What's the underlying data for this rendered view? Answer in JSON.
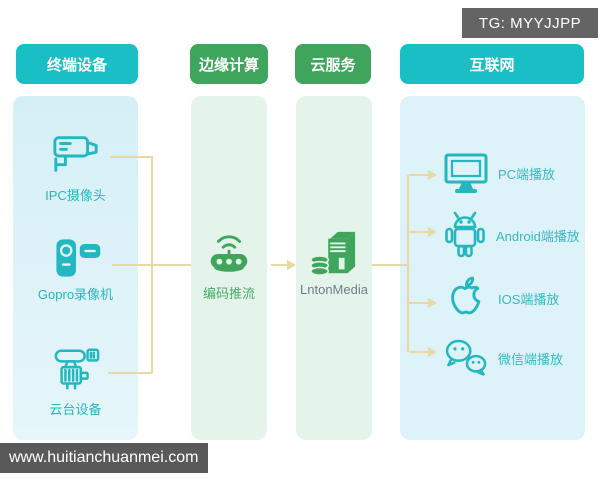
{
  "badge": {
    "label": "TG: MYYJJPP"
  },
  "watermark": {
    "label": "www.huitianchuanmei.com"
  },
  "headers": {
    "terminal": "终端设备",
    "edge": "边缘计算",
    "cloud": "云服务",
    "internet": "互联网"
  },
  "terminal_items": [
    {
      "label": "IPC摄像头",
      "icon": "cctv-camera-icon"
    },
    {
      "label": "Gopro录像机",
      "icon": "camcorder-icon"
    },
    {
      "label": "云台设备",
      "icon": "ptz-device-icon"
    }
  ],
  "edge_item": {
    "label": "编码推流",
    "icon": "encoder-stream-icon"
  },
  "cloud_item": {
    "label": "LntonMedia",
    "icon": "media-server-icon"
  },
  "internet_items": [
    {
      "label": "PC端播放",
      "icon": "pc-monitor-icon"
    },
    {
      "label": "Android端播放",
      "icon": "android-icon"
    },
    {
      "label": "IOS端播放",
      "icon": "apple-icon"
    },
    {
      "label": "微信端播放",
      "icon": "wechat-icon"
    }
  ],
  "colors": {
    "teal_header": "#1abfc6",
    "green_header": "#3fa55c",
    "teal_icon": "#23b8bf",
    "green_icon": "#3fa55c",
    "panel_cyan": "#d9f0f6",
    "panel_green": "#e4f4ea",
    "panel_blue": "#def2f9",
    "connector_tan": "#e8d8a4",
    "label_gray": "#6e7e8c",
    "bar_dark": "#595959",
    "badge_gray": "#646464"
  }
}
